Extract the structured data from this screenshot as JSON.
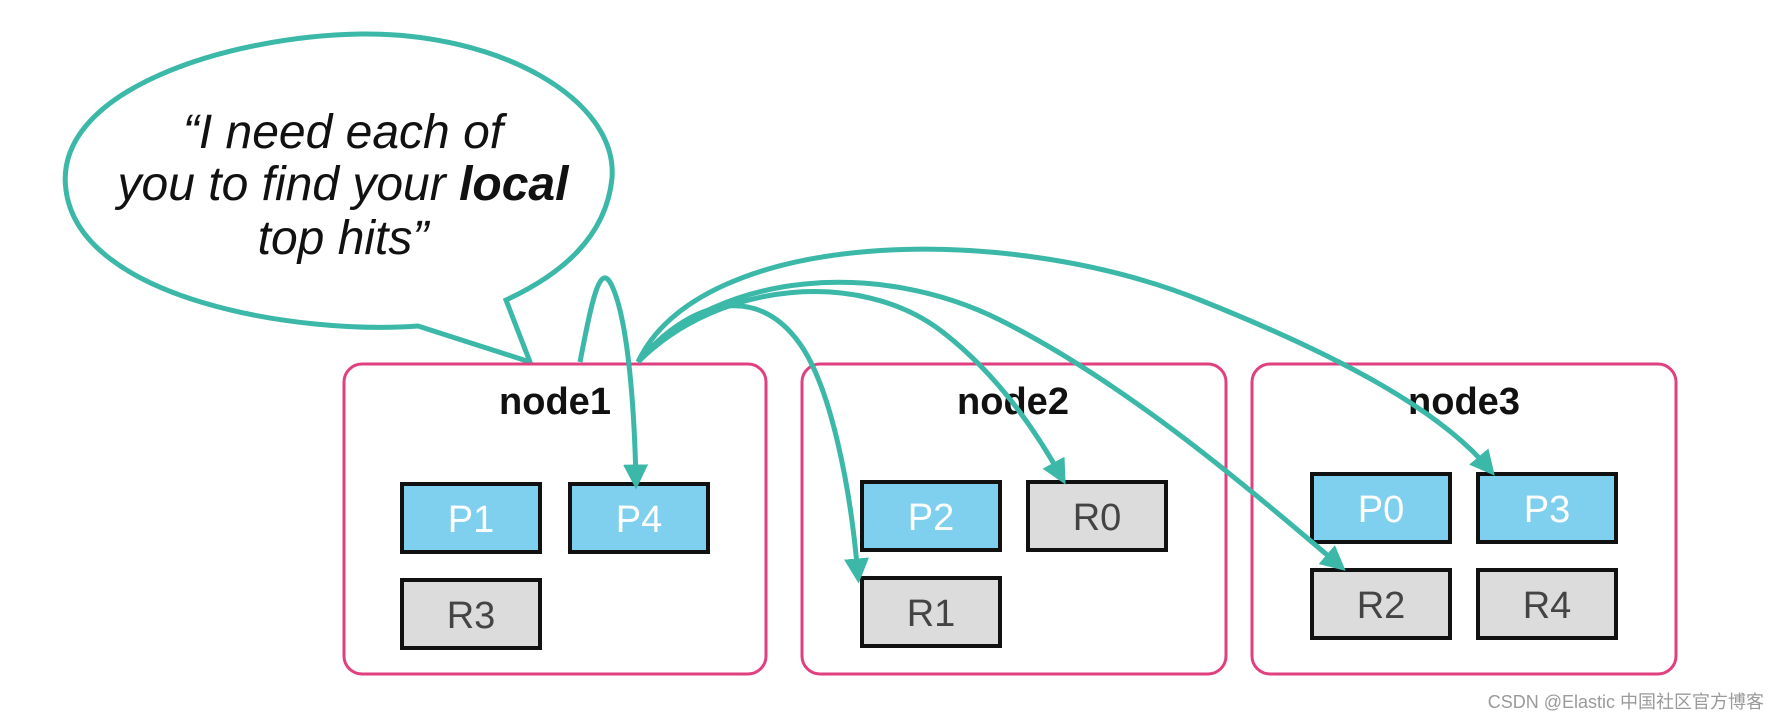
{
  "colors": {
    "node_border": "#e0407f",
    "primary_fill": "#7fd0ee",
    "primary_text": "#ffffff",
    "replica_fill": "#dcdcdc",
    "replica_text": "#444444",
    "arrow": "#3cb8a8",
    "bubble_border": "#3cb8a8"
  },
  "bubble": {
    "line1": "“I need each of",
    "line2_pre": "you to find your ",
    "line2_bold": "local",
    "line3": "top hits”"
  },
  "nodes": [
    {
      "id": "node1",
      "title": "node1",
      "shards": [
        {
          "label": "P1",
          "kind": "primary"
        },
        {
          "label": "P4",
          "kind": "primary"
        },
        {
          "label": "R3",
          "kind": "replica"
        }
      ]
    },
    {
      "id": "node2",
      "title": "node2",
      "shards": [
        {
          "label": "P2",
          "kind": "primary"
        },
        {
          "label": "R0",
          "kind": "replica"
        },
        {
          "label": "R1",
          "kind": "replica"
        }
      ]
    },
    {
      "id": "node3",
      "title": "node3",
      "shards": [
        {
          "label": "P0",
          "kind": "primary"
        },
        {
          "label": "P3",
          "kind": "primary"
        },
        {
          "label": "R2",
          "kind": "replica"
        },
        {
          "label": "R4",
          "kind": "replica"
        }
      ]
    }
  ],
  "watermark": "CSDN @Elastic 中国社区官方博客"
}
